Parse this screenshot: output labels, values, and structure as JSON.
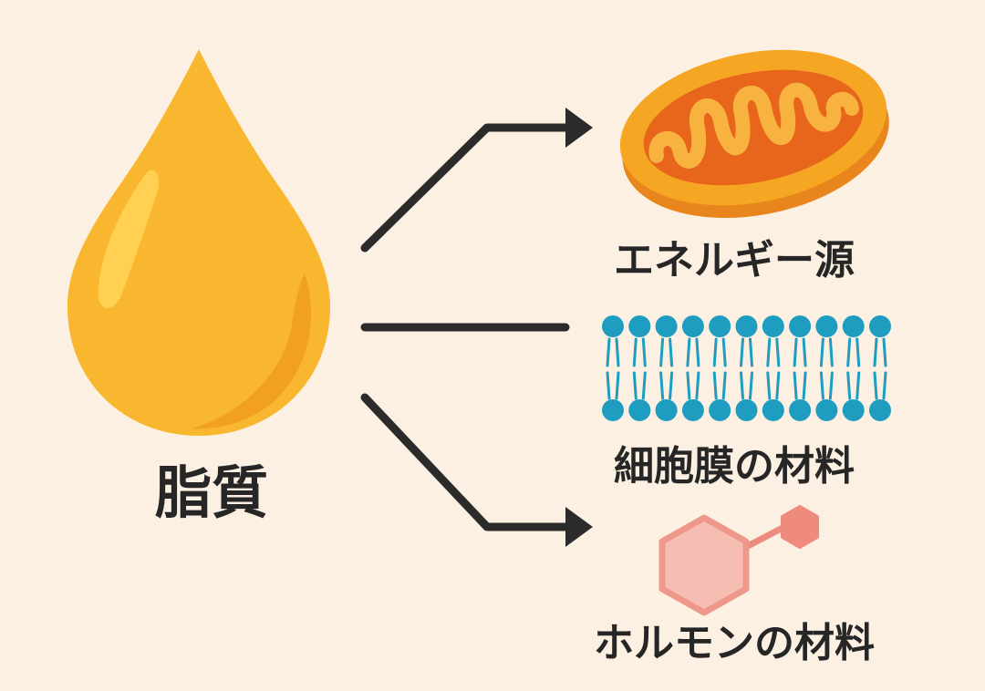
{
  "source": {
    "label": "脂質",
    "icon": "oil-drop-icon",
    "color": "#F8B72E"
  },
  "roles": [
    {
      "label": "エネルギー源",
      "icon": "mitochondria-icon"
    },
    {
      "label": "細胞膜の材料",
      "icon": "lipid-bilayer-icon"
    },
    {
      "label": "ホルモンの材料",
      "icon": "hormone-molecule-icon"
    }
  ],
  "colors": {
    "background": "#FCF0E2",
    "arrow": "#2B2B2B",
    "mitochondria_outer": "#F5A623",
    "mitochondria_inner": "#E8661B",
    "membrane": "#1E9DC1",
    "hormone": "#F2A8A0",
    "text": "#262626"
  }
}
